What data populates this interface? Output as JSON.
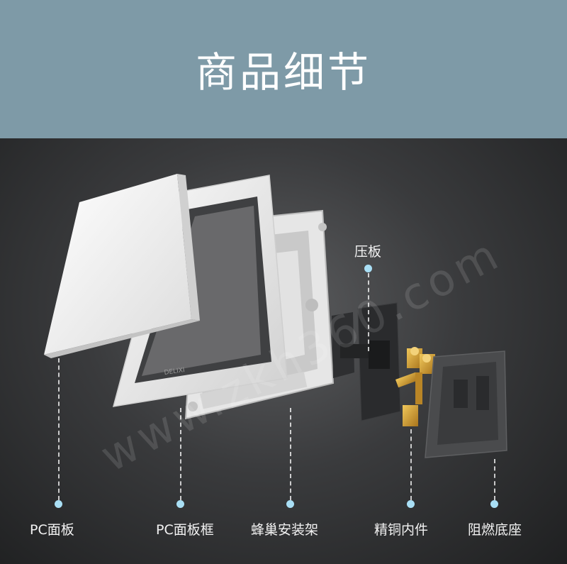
{
  "header": {
    "title": "商品细节"
  },
  "watermark": "www.zkh360.com",
  "colors": {
    "header_bg": "#7e9aa7",
    "stage_dark": "#1f2021",
    "dot": "#a9dff5",
    "brass": "#d8a234"
  },
  "parts": {
    "pressure_plate": "压板",
    "pc_panel": "PC面板",
    "pc_panel_frame": "PC面板框",
    "honeycomb_bracket": "蜂巢安装架",
    "copper_internals": "精铜内件",
    "flame_retardant_base": "阻燃底座"
  },
  "brand_mark": "DELIXI"
}
